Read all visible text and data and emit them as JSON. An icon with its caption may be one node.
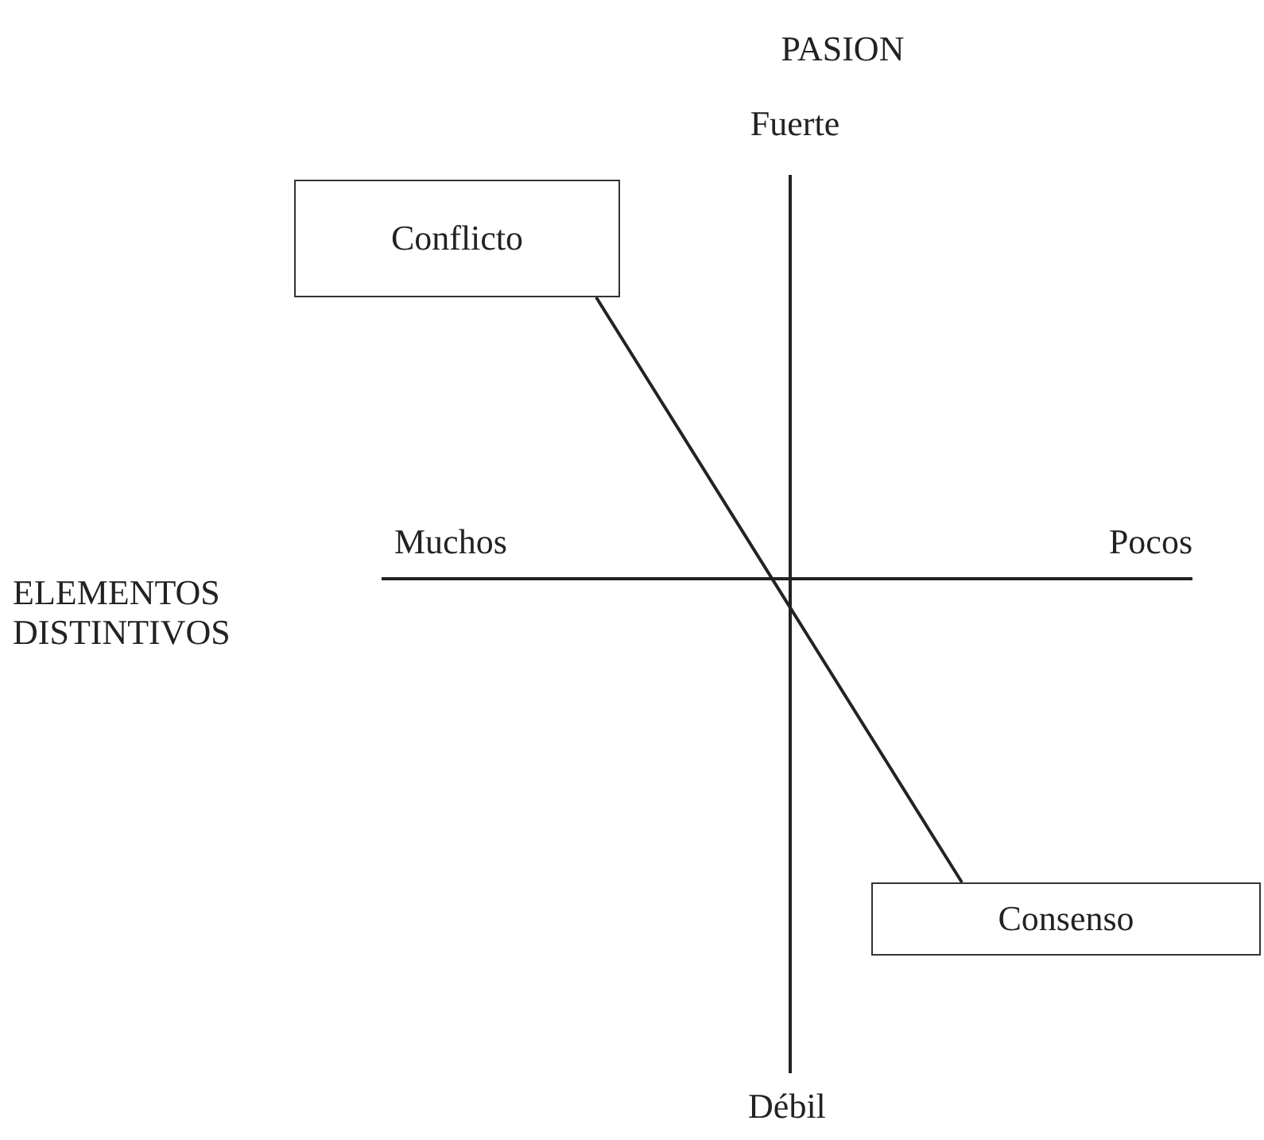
{
  "diagram": {
    "nodes": [
      {
        "text": [
          "Conflicto"
        ]
      },
      {
        "text": [
          "Consenso"
        ]
      }
    ],
    "edges": [
      {
        "from": 0,
        "to": 1,
        "arrow": "none"
      }
    ],
    "labels": [
      "PASION",
      "Fuerte",
      "ELEMENTOS DISTINTIVOS",
      "Muchos",
      "Pocos",
      "Débil"
    ]
  }
}
